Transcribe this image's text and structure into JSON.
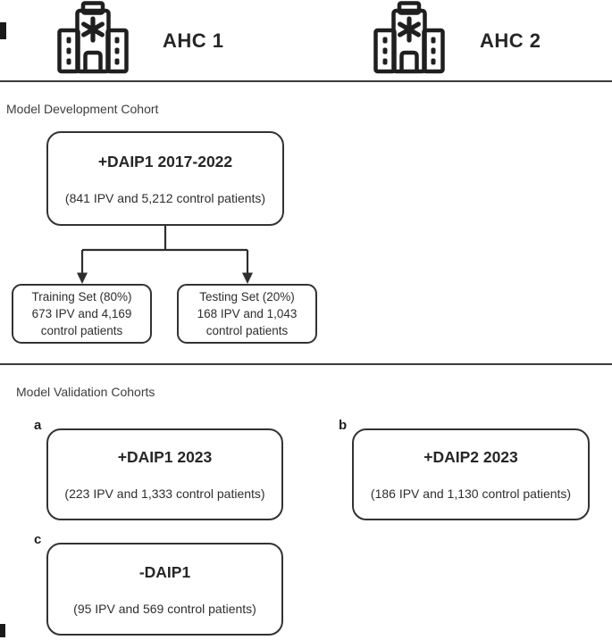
{
  "header": {
    "sites": [
      {
        "label": "AHC 1",
        "icon": "hospital-icon"
      },
      {
        "label": "AHC 2",
        "icon": "hospital-icon"
      }
    ]
  },
  "development": {
    "section_title": "Model Development Cohort",
    "main_box": {
      "title": "+DAIP1 2017-2022",
      "subtitle": "(841 IPV and 5,212 control patients)"
    },
    "training_box": {
      "lines": [
        "Training Set (80%)",
        "673 IPV and 4,169",
        "control patients"
      ]
    },
    "testing_box": {
      "lines": [
        "Testing Set (20%)",
        "168 IPV and 1,043",
        "control patients"
      ]
    }
  },
  "validation": {
    "section_title": "Model Validation Cohorts",
    "boxes": [
      {
        "label": "a",
        "title": "+DAIP1 2023",
        "subtitle": "(223 IPV and 1,333 control patients)"
      },
      {
        "label": "b",
        "title": "+DAIP2 2023",
        "subtitle": "(186 IPV and 1,130 control patients)"
      },
      {
        "label": "c",
        "title": "-DAIP1",
        "subtitle": "(95 IPV and 569 control patients)"
      }
    ]
  },
  "colors": {
    "ink": "#262626",
    "box_border": "#333333",
    "divider": "#3a3a3a",
    "background": "#ffffff"
  }
}
